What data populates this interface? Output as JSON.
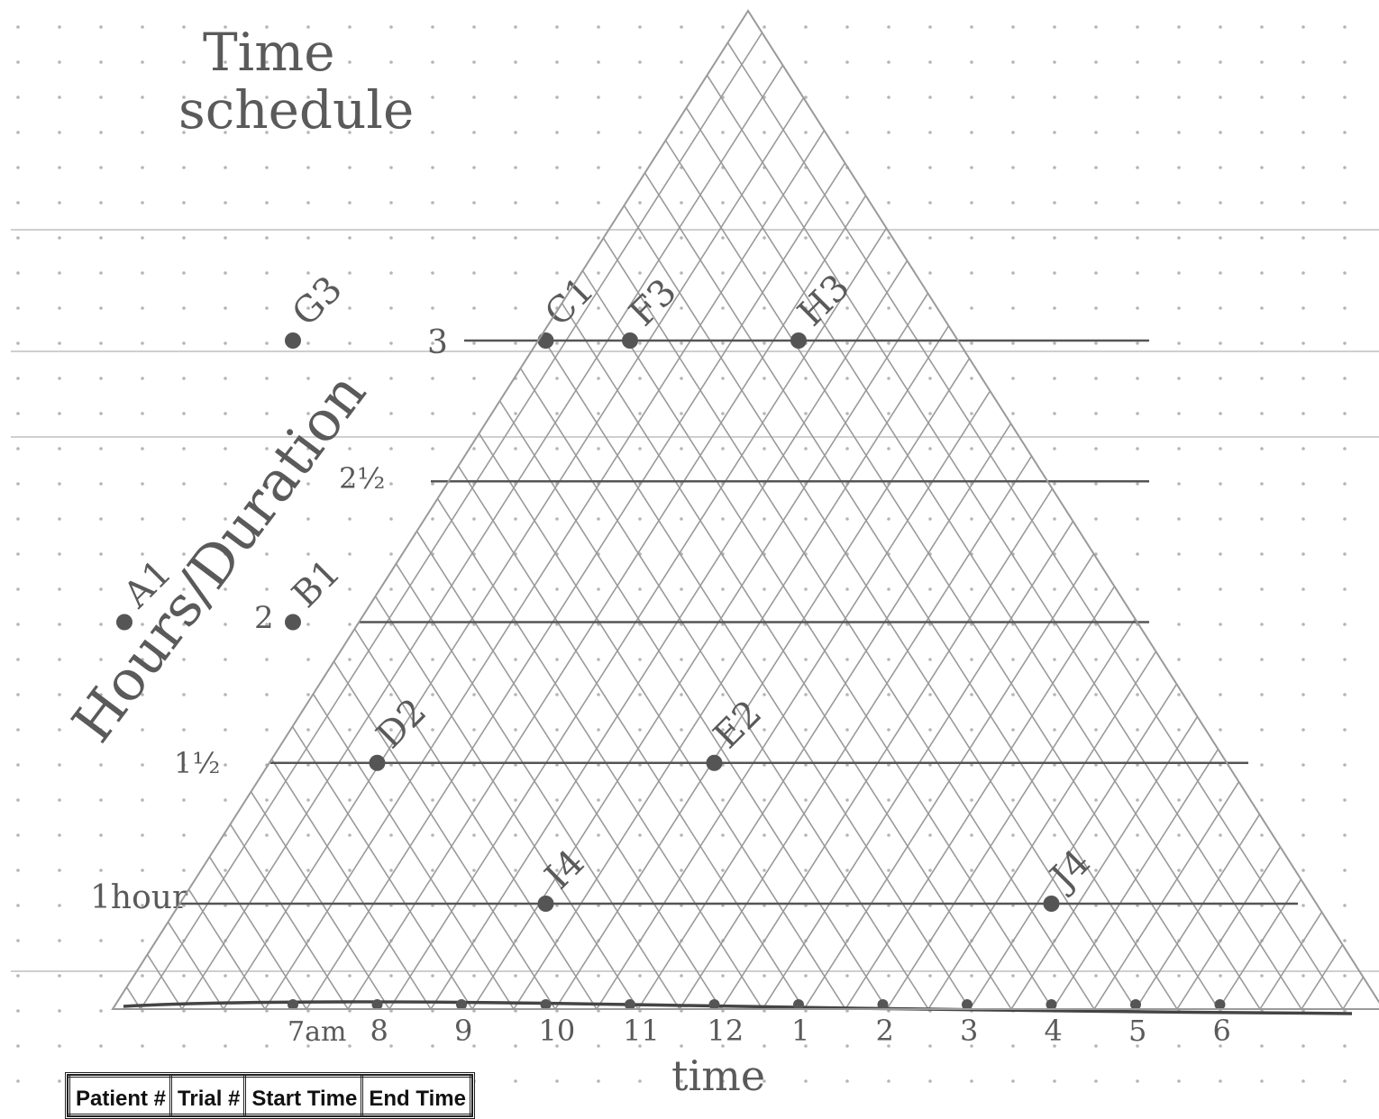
{
  "title": {
    "line1": "Time",
    "line2": "schedule"
  },
  "y_axis_label": "Hours/Duration",
  "x_axis_label": "time",
  "y_ticks": [
    "3",
    "2½",
    "2",
    "1½",
    "1hour"
  ],
  "x_ticks": [
    "7am",
    "8",
    "9",
    "10",
    "11",
    "12",
    "1",
    "2",
    "3",
    "4",
    "5",
    "6"
  ],
  "points": [
    {
      "label": "G3",
      "start": "7am",
      "duration": 3
    },
    {
      "label": "C1",
      "start": "10",
      "duration": 3
    },
    {
      "label": "F3",
      "start": "11",
      "duration": 3
    },
    {
      "label": "H3",
      "start": "1",
      "duration": 3
    },
    {
      "label": "A1",
      "start": "5am",
      "duration": 2
    },
    {
      "label": "B1",
      "start": "7am",
      "duration": 2
    },
    {
      "label": "D2",
      "start": "8",
      "duration": 1.5
    },
    {
      "label": "E2",
      "start": "12",
      "duration": 1.5
    },
    {
      "label": "I4",
      "start": "10",
      "duration": 1
    },
    {
      "label": "J4",
      "start": "4",
      "duration": 1
    }
  ],
  "table": {
    "headers": [
      "Patient #",
      "Trial #",
      "Start Time",
      "End Time"
    ]
  },
  "colors": {
    "ink": "#555555",
    "grid": "#9a9a9a",
    "dots": "#b5b5b5",
    "rule": "#cfcfcf"
  }
}
